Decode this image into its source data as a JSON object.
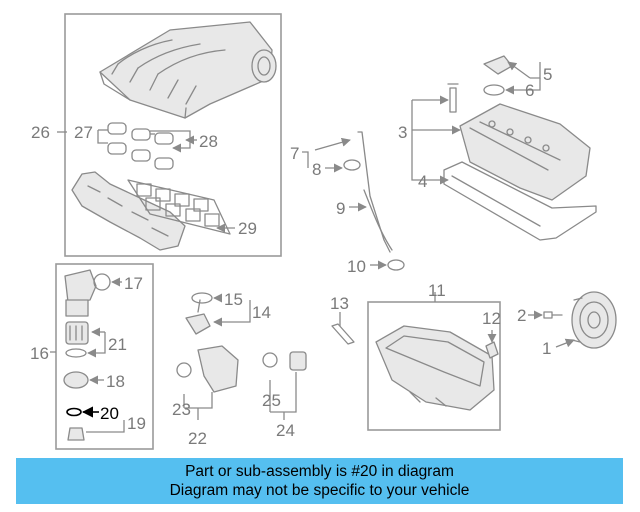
{
  "callouts": {
    "c1": "1",
    "c2": "2",
    "c3": "3",
    "c4": "4",
    "c5": "5",
    "c6": "6",
    "c7": "7",
    "c8": "8",
    "c9": "9",
    "c10": "10",
    "c11": "11",
    "c12": "12",
    "c13": "13",
    "c14": "14",
    "c15": "15",
    "c16": "16",
    "c17": "17",
    "c18": "18",
    "c19": "19",
    "c20": "20",
    "c21": "21",
    "c22": "22",
    "c23": "23",
    "c24": "24",
    "c25": "25",
    "c26": "26",
    "c27": "27",
    "c28": "28",
    "c29": "29"
  },
  "highlight_color": "#000000",
  "banner": {
    "line1": "Part or sub-assembly is #20 in diagram",
    "line2": "Diagram may not be specific to your vehicle",
    "background": "#55bff0"
  }
}
